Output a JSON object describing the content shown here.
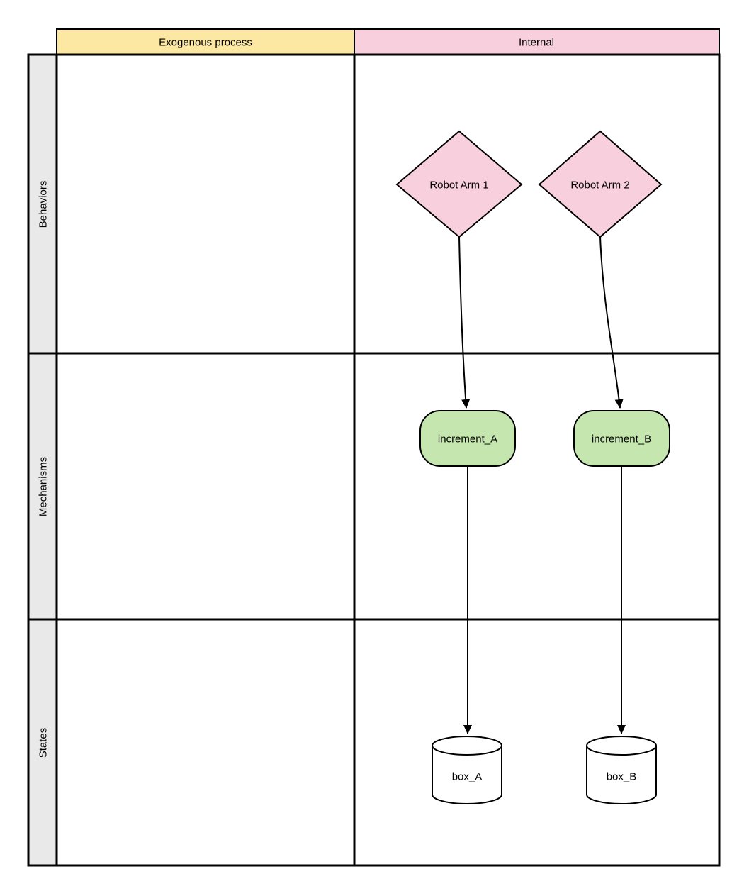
{
  "diagram": {
    "type": "swimlane-grid-flowchart",
    "grid": {
      "column_headers": [
        {
          "label": "Exogenous process",
          "fill": "#FCE8A2"
        },
        {
          "label": "Internal",
          "fill": "#F8CFDC"
        }
      ],
      "row_headers": [
        {
          "label": "Behaviors"
        },
        {
          "label": "Mechanisms"
        },
        {
          "label": "States"
        }
      ],
      "row_header_fill": "#E9E9E9",
      "line_color": "#000000",
      "body_fill": "#FFFFFF"
    },
    "nodes": {
      "robot_arm_1": {
        "label": "Robot Arm 1",
        "shape": "diamond",
        "fill": "#F8CFDC",
        "lane_row": "Behaviors",
        "lane_column": "Internal"
      },
      "robot_arm_2": {
        "label": "Robot Arm 2",
        "shape": "diamond",
        "fill": "#F8CFDC",
        "lane_row": "Behaviors",
        "lane_column": "Internal"
      },
      "increment_a": {
        "label": "increment_A",
        "shape": "rounded-rect",
        "fill": "#C5E6AE",
        "lane_row": "Mechanisms",
        "lane_column": "Internal"
      },
      "increment_b": {
        "label": "increment_B",
        "shape": "rounded-rect",
        "fill": "#C5E6AE",
        "lane_row": "Mechanisms",
        "lane_column": "Internal"
      },
      "box_a": {
        "label": "box_A",
        "shape": "cylinder",
        "fill": "#FFFFFF",
        "lane_row": "States",
        "lane_column": "Internal"
      },
      "box_b": {
        "label": "box_B",
        "shape": "cylinder",
        "fill": "#FFFFFF",
        "lane_row": "States",
        "lane_column": "Internal"
      }
    },
    "edges": [
      {
        "from": "robot_arm_1",
        "to": "increment_a",
        "style": "curved-arrow"
      },
      {
        "from": "robot_arm_2",
        "to": "increment_b",
        "style": "curved-arrow"
      },
      {
        "from": "increment_a",
        "to": "box_a",
        "style": "straight-arrow"
      },
      {
        "from": "increment_b",
        "to": "box_b",
        "style": "straight-arrow"
      }
    ]
  }
}
